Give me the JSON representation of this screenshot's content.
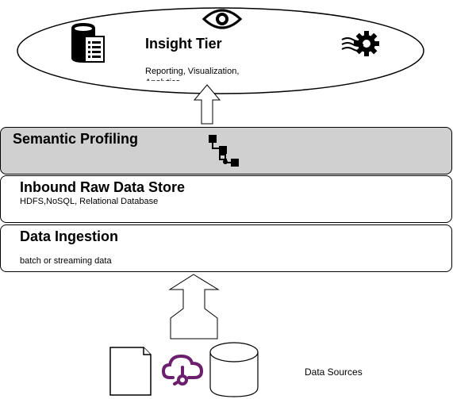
{
  "insight": {
    "title": "Insight Tier",
    "subtitle": "Reporting, Visualization,",
    "subtitle_cut": "Analytics"
  },
  "semantic": {
    "title": "Semantic Profiling"
  },
  "inbound": {
    "title": "Inbound Raw Data Store",
    "subtitle": "HDFS,NoSQL, Relational Database"
  },
  "ingestion": {
    "title": "Data Ingestion",
    "subtitle": "batch or streaming data"
  },
  "sources": {
    "label": "Data Sources"
  },
  "icons": {
    "database_report": "database-report-icon",
    "eye": "eye-icon",
    "gear": "gear-icon",
    "hierarchy": "hierarchy-icon",
    "document": "document-icon",
    "cloud": "cloud-icon",
    "cylinder": "database-cylinder-icon"
  }
}
